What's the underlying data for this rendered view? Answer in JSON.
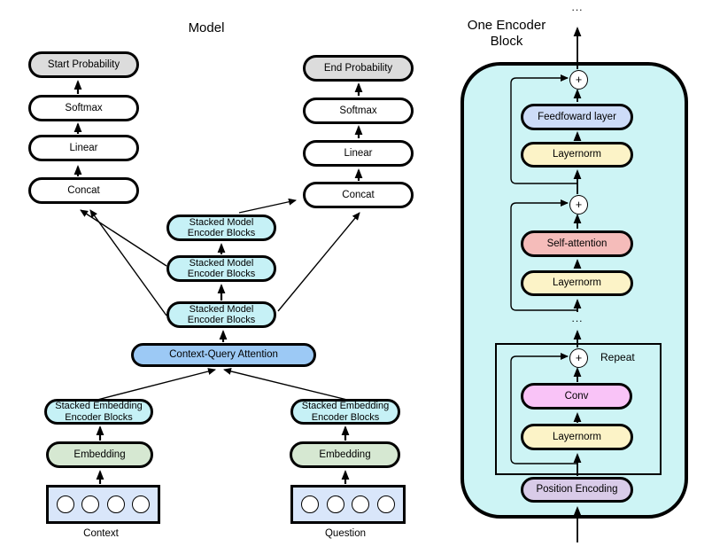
{
  "left": {
    "title": "Model",
    "start_probability": "Start Probability",
    "end_probability": "End Probability",
    "softmax": "Softmax",
    "linear": "Linear",
    "concat": "Concat",
    "stacked_model": {
      "line1": "Stacked Model",
      "line2": "Encoder Blocks"
    },
    "context_query_attention": "Context-Query Attention",
    "stacked_embedding": {
      "line1": "Stacked Embedding",
      "line2": "Encoder Blocks"
    },
    "embedding": "Embedding",
    "context": "Context",
    "question": "Question"
  },
  "right": {
    "title": {
      "line1": "One Encoder",
      "line2": "Block"
    },
    "ellipsis": "...",
    "plus": "+",
    "feedforward_layer": "Feedfoward layer",
    "layernorm": "Layernorm",
    "self_attention": "Self-attention",
    "repeat": "Repeat",
    "conv": "Conv",
    "position_encoding": "Position Encoding"
  },
  "colors": {
    "panel_cyan": "#cdf4f5",
    "stacked_cyan": "#c6f1f6",
    "attention_blue": "#9cc9f5",
    "embedding_green": "#d6e8d2",
    "token_box_blue": "#d9e6fa",
    "feedforward_blue": "#cddcf8",
    "layernorm_yellow": "#fcf3c7",
    "self_attention_red": "#f5bcba",
    "conv_pink": "#f9c3f7",
    "position_encoding_purple": "#d9cbe8",
    "probability_gray": "#dcdcdc",
    "line_black": "#000000"
  }
}
